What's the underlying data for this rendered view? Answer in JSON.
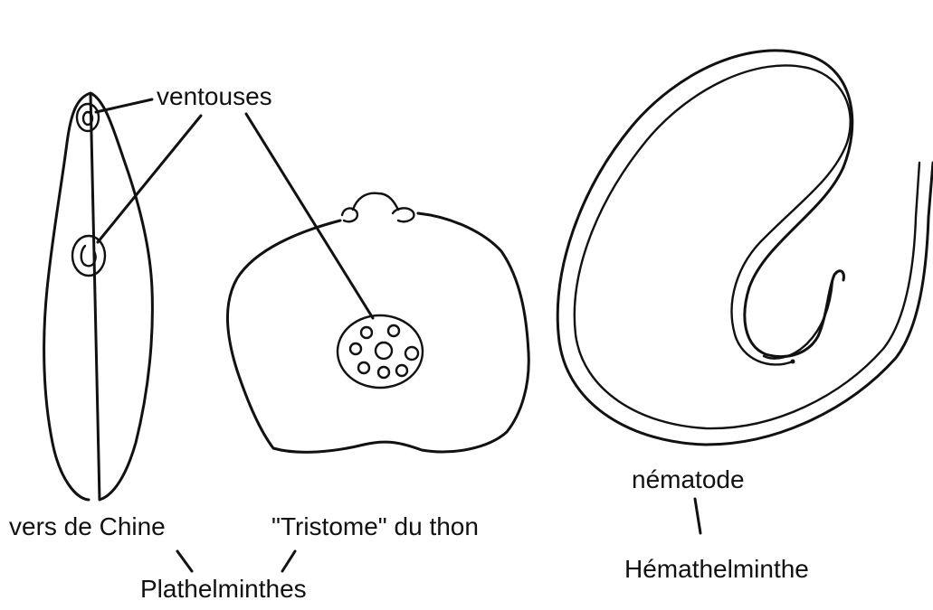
{
  "labels": {
    "ventouses": "ventouses",
    "vers_de_chine": "vers de Chine",
    "tristome": "\"Tristome\" du thon",
    "plathelminthes": "Plathelminthes",
    "nematode": "nématode",
    "hemathelminthe": "Hémathelminthe"
  },
  "colors": {
    "ink": "#111111",
    "background": "#ffffff"
  }
}
